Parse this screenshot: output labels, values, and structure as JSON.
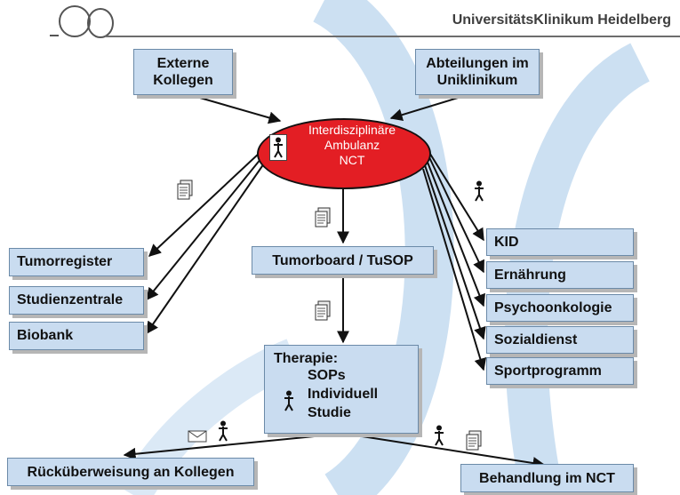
{
  "header": {
    "title": "UniversitätsKlinikum Heidelberg"
  },
  "top_nodes": {
    "externe": {
      "line1": "Externe",
      "line2": "Kollegen"
    },
    "abteilungen": {
      "line1": "Abteilungen im",
      "line2": "Uniklinikum"
    }
  },
  "center_node": {
    "line1": "Interdisziplinäre",
    "line2": "Ambulanz",
    "line3": "NCT"
  },
  "left_nodes": [
    "Tumorregister",
    "Studienzentrale",
    "Biobank"
  ],
  "middle_node": "Tumorboard / TuSOP",
  "therapy": {
    "heading": "Therapie:",
    "items": [
      "SOPs",
      "Individuell",
      "Studie"
    ]
  },
  "right_nodes": [
    "KID",
    "Ernährung",
    "Psychoonkologie",
    "Sozialdienst",
    "Sportprogramm"
  ],
  "bottom_nodes": {
    "left": "Rücküberweisung an Kollegen",
    "right": "Behandlung im NCT"
  },
  "icons": {
    "document": "document-stack-icon",
    "person": "person-icon",
    "mail": "envelope-icon"
  },
  "colors": {
    "box_fill": "#c9dcf0",
    "box_border": "#6b8aa8",
    "center_fill": "#e31e24",
    "background_arc": "#c3daf0",
    "arrow": "#111111"
  }
}
